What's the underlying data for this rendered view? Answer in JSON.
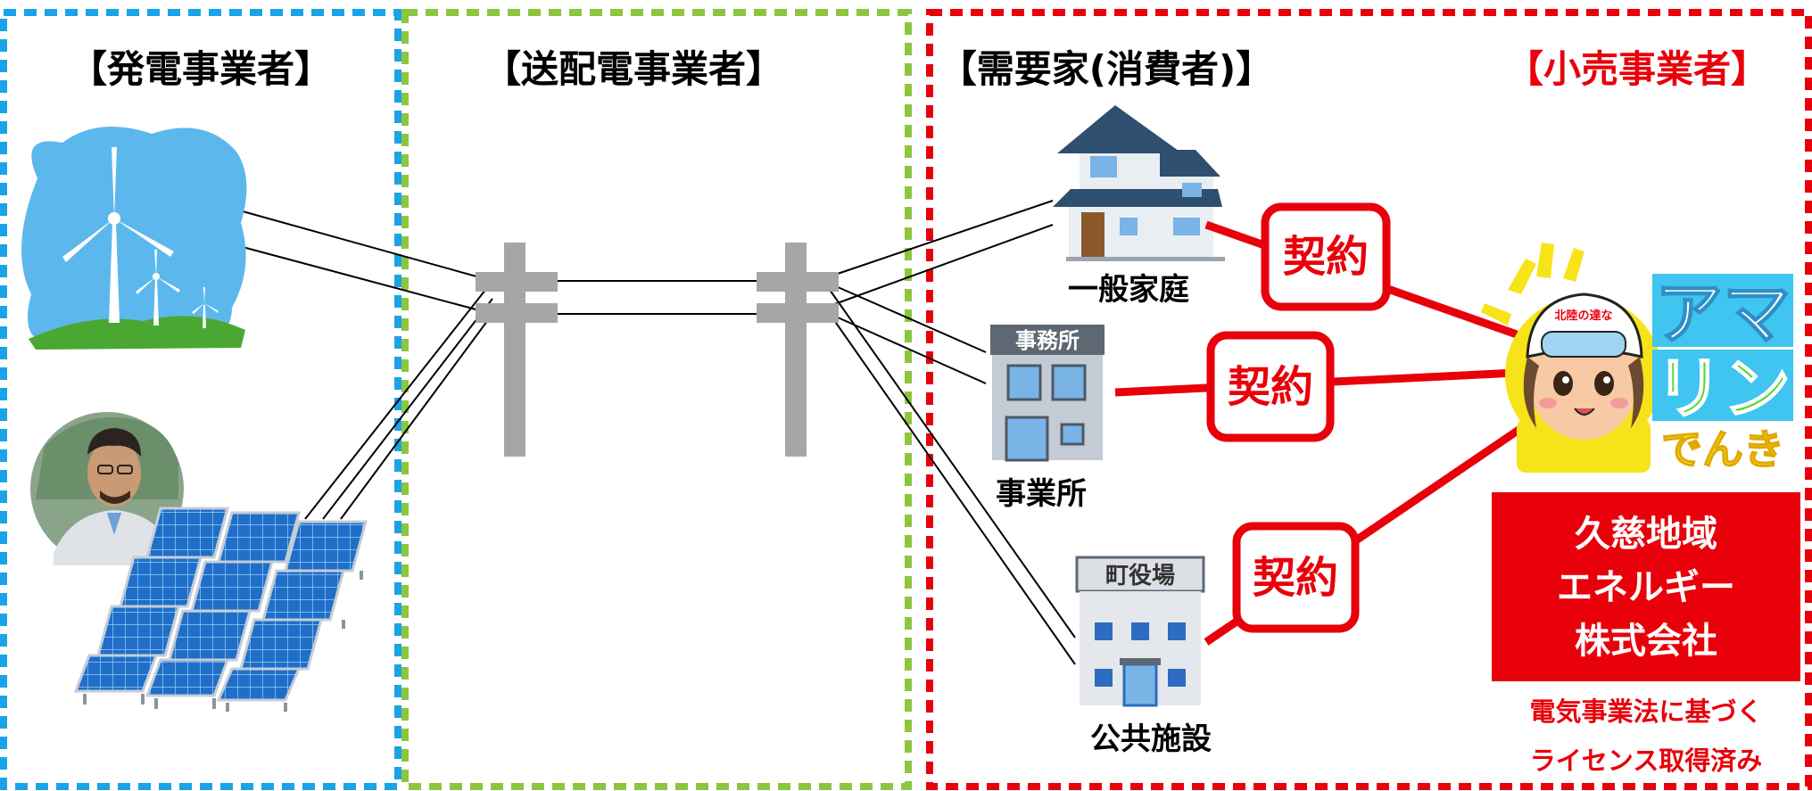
{
  "sections": {
    "generator": {
      "title": "【発電事業者】"
    },
    "transmission": {
      "title": "【送配電事業者】"
    },
    "consumer": {
      "title": "【需要家(消費者)】"
    },
    "retailer": {
      "title": "【小売事業者】"
    }
  },
  "colors": {
    "generator_border": "#1aa3e8",
    "transmission_border": "#8cc63f",
    "consumer_border": "#e8000b",
    "contract": "#e8000b",
    "retailer_box": "#e8000b",
    "pole": "#a6a6a6",
    "wire": "#000000"
  },
  "consumers": {
    "home": {
      "label": "一般家庭"
    },
    "office": {
      "label": "事業所",
      "sign": "事務所"
    },
    "public": {
      "label": "公共施設",
      "sign": "町役場"
    }
  },
  "contracts": {
    "label": "契約"
  },
  "mascot": {
    "hat_text": "北陸の達な",
    "brand_line1": "アマ",
    "brand_line2": "リン",
    "brand_line3": "でんき"
  },
  "retailer": {
    "company_line1": "久慈地域",
    "company_line2": "エネルギー",
    "company_line3": "株式会社",
    "note_line1": "電気事業法に基づく",
    "note_line2": "ライセンス取得済み"
  },
  "icons": {
    "wind": "wind-turbine-icon",
    "solar": "solar-panel-icon",
    "pole": "utility-pole-icon",
    "house": "house-icon",
    "office": "office-building-icon",
    "townhall": "town-hall-icon",
    "mascot": "mascot-icon"
  }
}
